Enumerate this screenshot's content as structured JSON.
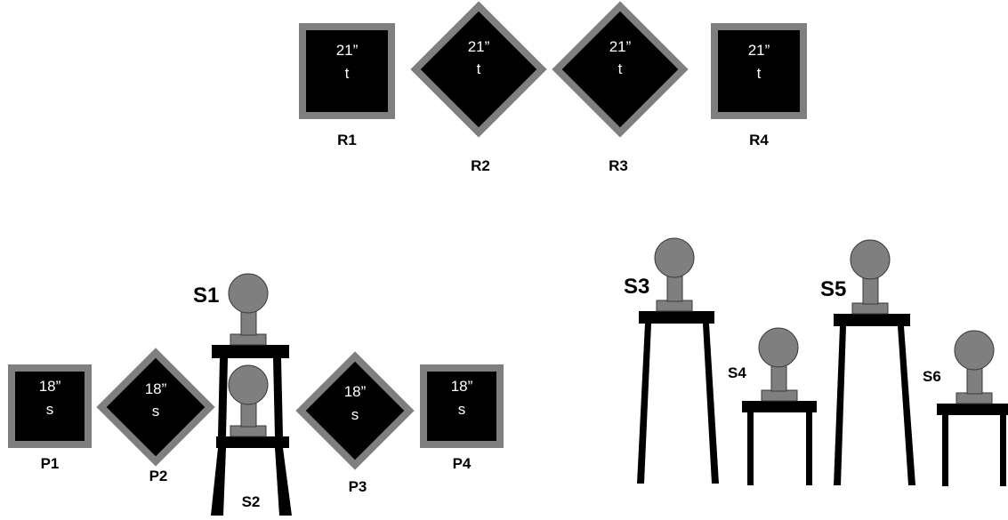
{
  "colors": {
    "frame": "#7f7f7f",
    "face": "#000000",
    "label": "#ffffff",
    "background": "#ffffff"
  },
  "rear_signs": [
    {
      "id": "R1",
      "size": "21”",
      "letter": "t",
      "orientation": "square"
    },
    {
      "id": "R2",
      "size": "21”",
      "letter": "t",
      "orientation": "diamond"
    },
    {
      "id": "R3",
      "size": "21”",
      "letter": "t",
      "orientation": "diamond"
    },
    {
      "id": "R4",
      "size": "21”",
      "letter": "t",
      "orientation": "square"
    }
  ],
  "front_signs": [
    {
      "id": "P1",
      "size": "18”",
      "letter": "s",
      "orientation": "square"
    },
    {
      "id": "P2",
      "size": "18”",
      "letter": "s",
      "orientation": "diamond"
    },
    {
      "id": "P3",
      "size": "18”",
      "letter": "s",
      "orientation": "diamond"
    },
    {
      "id": "P4",
      "size": "18”",
      "letter": "s",
      "orientation": "square"
    }
  ],
  "stands": [
    {
      "id": "S1"
    },
    {
      "id": "S2"
    },
    {
      "id": "S3"
    },
    {
      "id": "S4"
    },
    {
      "id": "S5"
    },
    {
      "id": "S6"
    }
  ]
}
